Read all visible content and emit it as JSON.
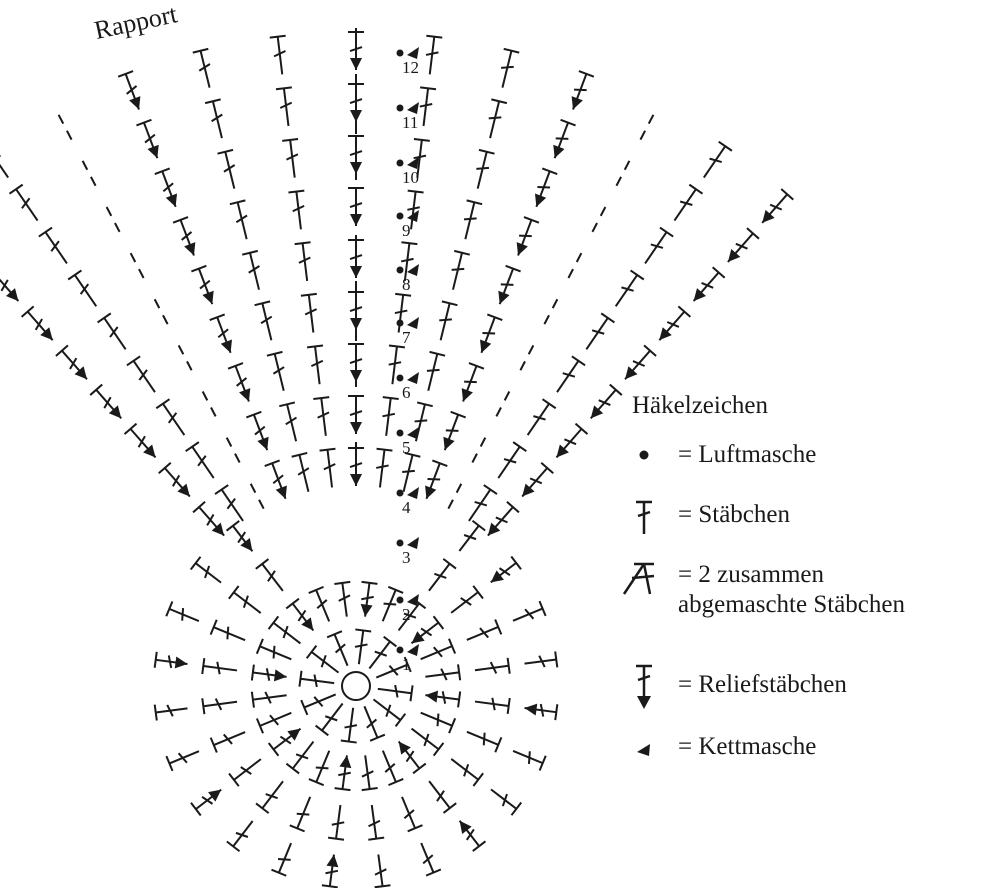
{
  "diagram": {
    "rapport_label": "Rapport",
    "round_numbers": [
      "1",
      "2",
      "3",
      "4",
      "5",
      "6",
      "7",
      "8",
      "9",
      "10",
      "11",
      "12"
    ]
  },
  "legend": {
    "title": "Häkelzeichen",
    "items": [
      {
        "symbol": "chain-stitch-icon",
        "text": "= Luftmasche"
      },
      {
        "symbol": "double-crochet-icon",
        "text": "= Stäbchen"
      },
      {
        "symbol": "dc2tog-icon",
        "text": "= 2 zusammen",
        "text2": "abgemaschte Stäbchen"
      },
      {
        "symbol": "relief-stitch-icon",
        "text": "= Reliefstäbchen"
      },
      {
        "symbol": "slip-stitch-icon",
        "text": "= Kettmasche"
      }
    ]
  },
  "colors": {
    "ink": "#1a1a1a",
    "background": "#ffffff"
  }
}
